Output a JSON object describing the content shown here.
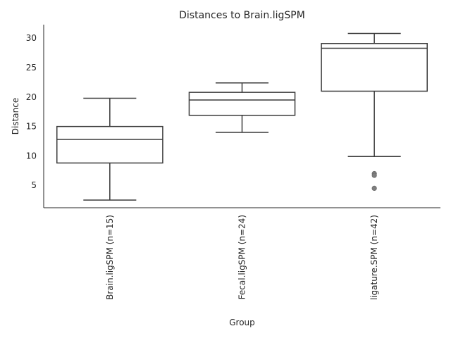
{
  "chart_data": {
    "type": "box",
    "title": "Distances to Brain.ligSPM",
    "xlabel": "Group",
    "ylabel": "Distance",
    "ylim": [
      1.2,
      32.3
    ],
    "yticks": [
      5,
      10,
      15,
      20,
      25,
      30
    ],
    "grid": false,
    "legend": "none",
    "categories": [
      "Brain.ligSPM (n=15)",
      "Fecal.ligSPM (n=24)",
      "ligature.SPM (n=42)"
    ],
    "boxes": [
      {
        "whisker_low": 2.5,
        "q1": 8.8,
        "median": 12.8,
        "q3": 15.0,
        "whisker_high": 19.8,
        "outliers": []
      },
      {
        "whisker_low": 14.0,
        "q1": 16.9,
        "median": 19.5,
        "q3": 20.8,
        "whisker_high": 22.4,
        "outliers": []
      },
      {
        "whisker_low": 9.9,
        "q1": 21.0,
        "median": 28.3,
        "q3": 29.1,
        "whisker_high": 30.8,
        "outliers": [
          7.0,
          6.7,
          4.5
        ]
      }
    ],
    "colors": {
      "box_edge": "#3a3a3a",
      "outlier": "#7f7f7f",
      "axis": "#262626"
    }
  }
}
